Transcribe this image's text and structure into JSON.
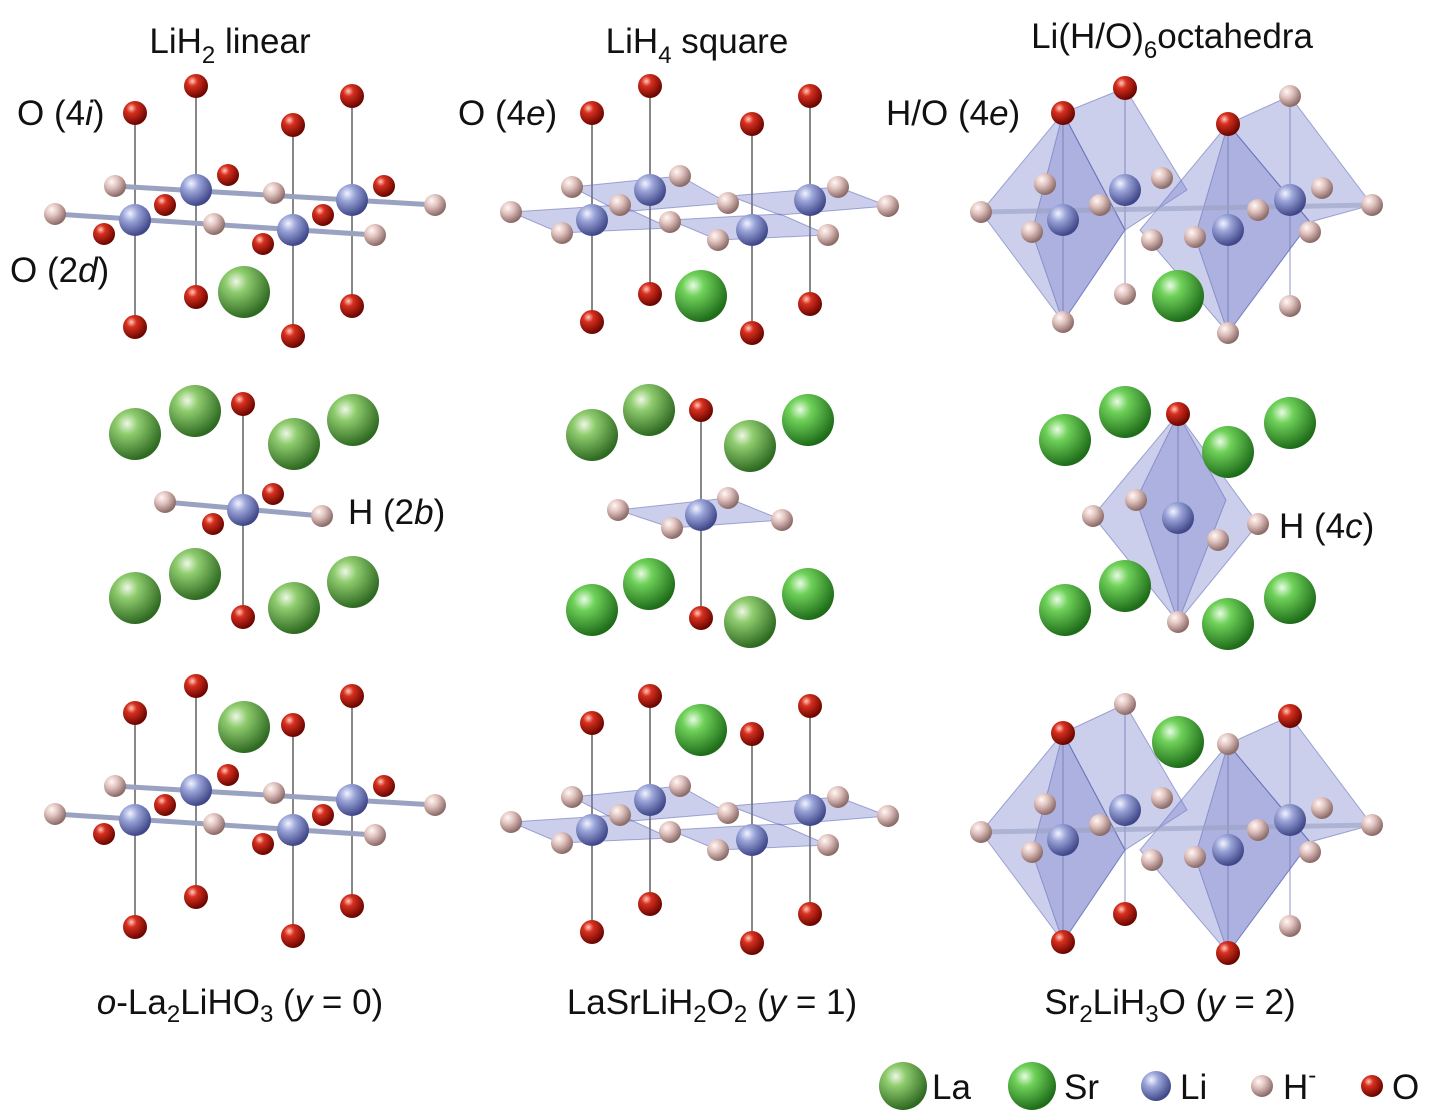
{
  "column_titles": {
    "linear": {
      "pre": "LiH",
      "sub": "2",
      "post": " linear"
    },
    "square": {
      "pre": "LiH",
      "sub": "4",
      "post": " square"
    },
    "octa": {
      "pre": "Li(H/O)",
      "sub": "6",
      "post": "octahedra"
    }
  },
  "site_labels": {
    "o4i": {
      "pre": "O (4",
      "it": "i",
      "post": ")"
    },
    "o2d": {
      "pre": "O (2",
      "it": "d",
      "post": ")"
    },
    "h2b": {
      "pre": "H (2",
      "it": "b",
      "post": ")"
    },
    "o4e": {
      "pre": "O (4",
      "it": "e",
      "post": ")"
    },
    "ho4e": {
      "pre": "H/O (4",
      "it": "e",
      "post": ")"
    },
    "h4c": {
      "pre": "H (4",
      "it": "c",
      "post": ")"
    }
  },
  "compounds": {
    "c1": {
      "a": "o",
      "b": "-La",
      "s1": "2",
      "c": "LiHO",
      "s2": "3",
      "d": " (",
      "y": "y",
      "e": " = 0)"
    },
    "c2": {
      "a": "LaSrLiH",
      "s1": "2",
      "b": "O",
      "s2": "2",
      "c": " (",
      "y": "y",
      "d": " = 1)"
    },
    "c3": {
      "a": "Sr",
      "s1": "2",
      "b": "LiH",
      "s2": "3",
      "c": "O (",
      "y": "y",
      "d": " = 2)"
    }
  },
  "legend": [
    {
      "label": "La",
      "sup": "",
      "color": "#5cab48",
      "icon": "la-sphere"
    },
    {
      "label": "Sr",
      "sup": "",
      "color": "#4fb548",
      "icon": "sr-sphere"
    },
    {
      "label": "Li",
      "sup": "",
      "color": "#7f89c0",
      "icon": "li-sphere"
    },
    {
      "label": "H",
      "sup": "-",
      "color": "#dbb6b2",
      "icon": "h-sphere"
    },
    {
      "label": "O",
      "sup": "",
      "color": "#c0180e",
      "icon": "o-sphere"
    }
  ],
  "colors": {
    "La": "#5cab48",
    "Sr": "#4fb548",
    "Li": "#7f89c0",
    "H": "#dbb6b2",
    "O": "#c0180e",
    "polyhedra": "#7882cd"
  }
}
